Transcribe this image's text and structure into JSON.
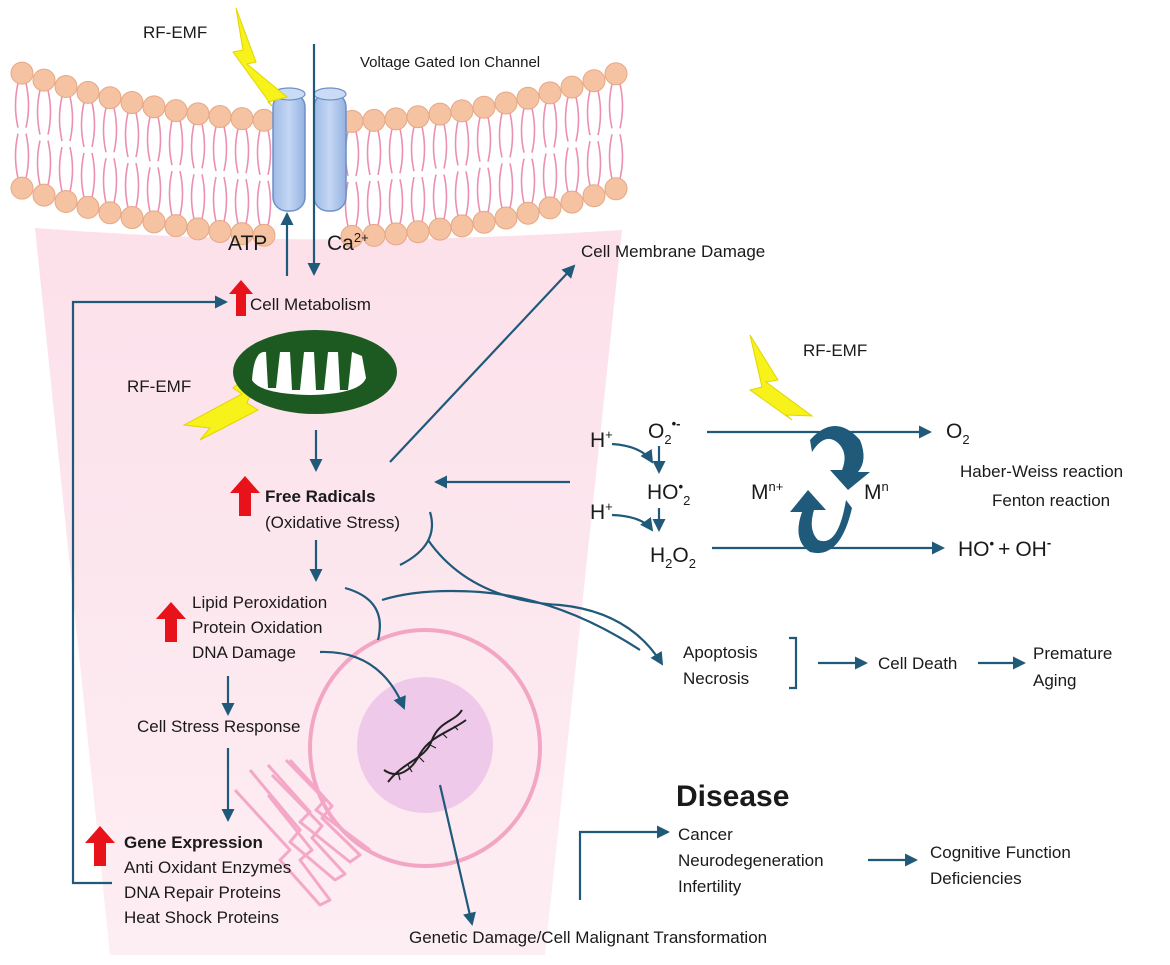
{
  "labels": {
    "rf_emf_top": "RF-EMF",
    "voltage_gated_ion_channel": "Voltage Gated Ion Channel",
    "atp": "ATP",
    "ca": "Ca",
    "ca_charge": "2+",
    "cell_metabolism": "Cell Metabolism",
    "rf_emf_mito": "RF-EMF",
    "cell_membrane_damage": "Cell Membrane Damage",
    "free_radicals": "Free Radicals",
    "oxidative_stress": "(Oxidative Stress)",
    "lipid_peroxidation": "Lipid Peroxidation",
    "protein_oxidation": "Protein Oxidation",
    "dna_damage": "DNA Damage",
    "cell_stress_response": "Cell Stress Response",
    "gene_expression": "Gene Expression",
    "anti_oxidant_enzymes": "Anti Oxidant Enzymes",
    "dna_repair_proteins": "DNA Repair Proteins",
    "heat_shock_proteins": "Heat Shock Proteins",
    "genetic_damage": "Genetic Damage/Cell Malignant Transformation",
    "apoptosis": "Apoptosis",
    "necrosis": "Necrosis",
    "cell_death": "Cell Death",
    "premature": "Premature",
    "aging": "Aging",
    "disease": "Disease",
    "cancer": "Cancer",
    "neurodegeneration": "Neurodegeneration",
    "infertility": "Infertility",
    "cognitive_function": "Cognitive Function",
    "deficiencies": "Deficiencies",
    "rf_emf_right": "RF-EMF",
    "haber_weiss": "Haber-Weiss reaction",
    "fenton": "Fenton reaction"
  },
  "chemistry": {
    "h_plus": "H",
    "plus": "+",
    "o2": "O",
    "sub_2": "2",
    "superoxide_mark": "•-",
    "ho2": "HO",
    "radical_dot": "•",
    "h2o2_h": "H",
    "h2o2_o": "O",
    "o2_product": "O",
    "metal_oxidized": "M",
    "metal_oxidized_sup": "n+",
    "metal_reduced": "M",
    "metal_reduced_sup": "n",
    "hydroxyl_radical": "HO",
    "plus_sign": "+",
    "hydroxide": "OH",
    "minus": "-"
  },
  "colors": {
    "arrow": "#1f5a7a",
    "up_arrow": "#e8121a",
    "lightning": "#f7f21a",
    "cell_fill": "#fde6ee",
    "membrane_head": "#f5c2a2",
    "membrane_tail": "#ec8fb3",
    "channel": "#a9c4ec",
    "mitochondrion": "#1d5a22",
    "nucleus_ring": "#f3a6c3",
    "nucleus_inner": "#efc9ea"
  }
}
